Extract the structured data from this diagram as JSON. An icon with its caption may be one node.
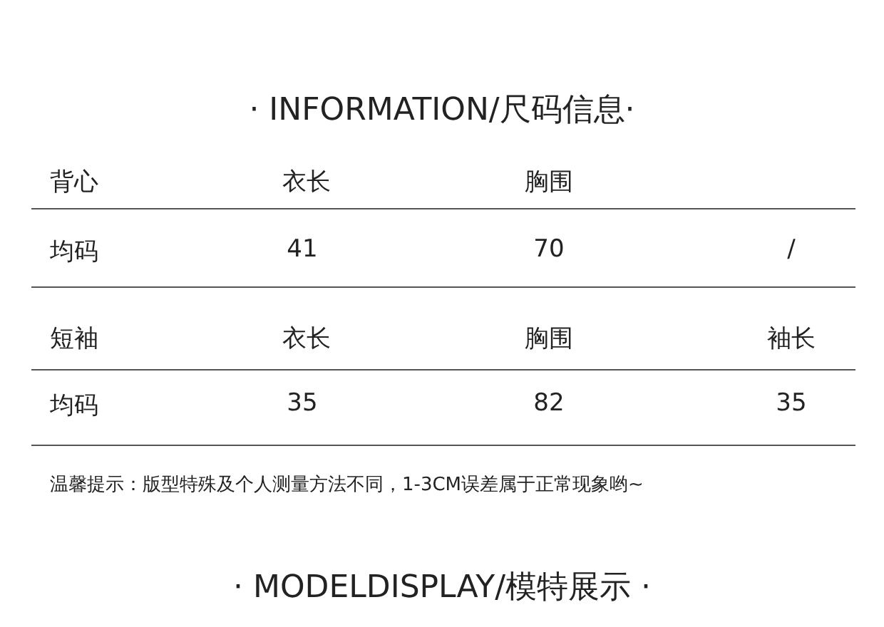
{
  "diagram": {
    "title": "· INFORMATION/尺码信息·",
    "labels": [
      "背心",
      "衣长",
      "胸围",
      "均码",
      "41",
      "70",
      "/",
      "短袖",
      "衣长",
      "胸围",
      "袖长",
      "均码",
      "35",
      "82",
      "35",
      "温馨提示：版型特殊及个人测量方法不同，1-3CM误差属于正常现象哟~",
      "· MODELDISPLAY/模特展示 ·"
    ]
  }
}
